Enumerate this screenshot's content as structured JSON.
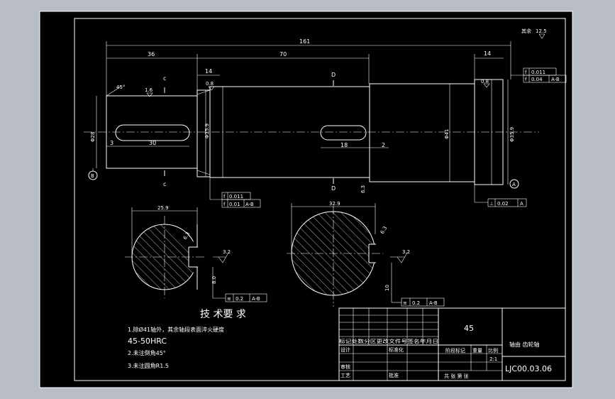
{
  "drawing": {
    "roughness_note": "其余",
    "roughness_value": "12.5",
    "dims": {
      "overall_length": "161",
      "left_section": "36",
      "mid_section": "70",
      "right_section": "14",
      "left_step": "14",
      "chamfer_angle": "45°",
      "rough_16": "1.6",
      "rough_08_left": "0.8",
      "rough_08_right": "0.8",
      "dia_left": "Φ28",
      "dia_mid": "Φ35.9",
      "dia_big": "Φ41",
      "dia_right": "Φ35.9",
      "key_left_len": "30",
      "key_left_off": "3",
      "key_right_len": "18",
      "key_right_off": "2",
      "rough_63": "6.3",
      "sec_c_top": "c",
      "sec_c_bot": "c",
      "sec_d_top": "D",
      "sec_d_bot": "D",
      "sec1_width": "25.9",
      "sec1_depth": "8.0",
      "sec1_rough_63": "6.3",
      "sec1_rough_32": "3.2",
      "sec2_width": "32.9",
      "sec2_depth": "10",
      "sec2_rough_63": "6.3",
      "sec2_rough_32": "3.2"
    },
    "tolerances": {
      "top_right_1": [
        "f",
        "0.011"
      ],
      "top_right_2": [
        "f",
        "0.04",
        "A-B"
      ],
      "bottom_mid_1": [
        "f",
        "0.011"
      ],
      "bottom_mid_2": [
        "f",
        "0.01",
        "A-B"
      ],
      "perp": [
        "⊥",
        "0.02",
        "A"
      ],
      "sym1": [
        "≡",
        "0.2",
        "A-B"
      ],
      "sym2": [
        "≡",
        "0.2",
        "A-B"
      ]
    },
    "datum_left": "B",
    "datum_right": "A",
    "tech_title": "技 术要 求",
    "tech_lines": [
      "1.除Ø41轴外，其余轴段表面淬火硬度",
      "45-50HRC",
      "2.未注倒角45°",
      "3.未注圆角R1.5"
    ]
  },
  "title_block": {
    "material": "45",
    "part_name": "轴由 齿轮轴",
    "drawing_no": "LJC00.03.06",
    "scale_value": "2:1",
    "row_header": "标记处数分区更改文件号签名年月日",
    "design": "设计",
    "standardization": "标准化",
    "stage_mark": "阶段标记",
    "weight": "重量",
    "scale": "比例",
    "review": "审核",
    "process": "工艺",
    "approve": "批准",
    "sheets": "共    张 第    张"
  }
}
